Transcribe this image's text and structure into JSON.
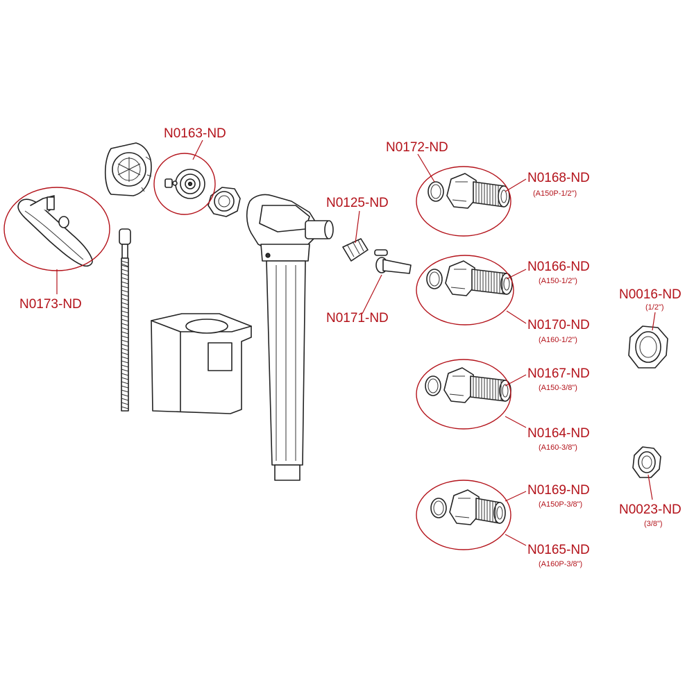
{
  "labels": [
    {
      "code": "N0163-ND",
      "sub": ""
    },
    {
      "code": "N0173-ND",
      "sub": ""
    },
    {
      "code": "N0172-ND",
      "sub": ""
    },
    {
      "code": "N0125-ND",
      "sub": ""
    },
    {
      "code": "N0171-ND",
      "sub": ""
    },
    {
      "code": "N0168-ND",
      "sub": "(A150P-1/2\")"
    },
    {
      "code": "N0166-ND",
      "sub": "(A150-1/2\")"
    },
    {
      "code": "N0170-ND",
      "sub": "(A160-1/2\")"
    },
    {
      "code": "N0016-ND",
      "sub": "(1/2\")"
    },
    {
      "code": "N0167-ND",
      "sub": "(A150-3/8\")"
    },
    {
      "code": "N0164-ND",
      "sub": "(A160-3/8\")"
    },
    {
      "code": "N0023-ND",
      "sub": "(3/8\")"
    },
    {
      "code": "N0169-ND",
      "sub": "(A150P-3/8\")"
    },
    {
      "code": "N0165-ND",
      "sub": "(A160P-3/8\")"
    }
  ],
  "colors": {
    "accent": "#b3121a",
    "line": "#222222",
    "background": "#ffffff"
  }
}
